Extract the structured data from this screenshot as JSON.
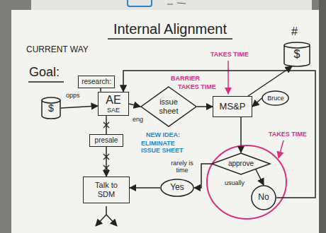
{
  "diagram": {
    "title": "Internal Alignment",
    "nodes": [
      {
        "text": [
          "$"
        ]
      },
      {
        "text": [
          "research:"
        ]
      },
      {
        "text": [
          "AE",
          "SAE"
        ]
      },
      {
        "text": [
          "issue sheet"
        ]
      },
      {
        "text": [
          "MS&P"
        ]
      },
      {
        "text": [
          "Bruce"
        ]
      },
      {
        "text": [
          "$"
        ]
      },
      {
        "text": [
          "presale"
        ]
      },
      {
        "text": [
          "approve"
        ]
      },
      {
        "text": [
          "Yes"
        ]
      },
      {
        "text": [
          "No"
        ]
      },
      {
        "text": [
          "Talk to SDM"
        ]
      }
    ],
    "edges": [
      {
        "from": 0,
        "to": 2,
        "arrow": "to",
        "label": "opps"
      },
      {
        "from": 1,
        "to": 2,
        "arrow": "none"
      },
      {
        "from": 2,
        "to": 3,
        "arrow": "to"
      },
      {
        "from": 3,
        "to": 4,
        "arrow": "to"
      },
      {
        "from": 4,
        "to": 6,
        "arrow": "to"
      },
      {
        "from": 5,
        "to": 4,
        "arrow": "to"
      },
      {
        "from": 4,
        "to": 8,
        "arrow": "to"
      },
      {
        "from": 8,
        "to": 10,
        "arrow": "to",
        "label": "usually"
      },
      {
        "from": 8,
        "to": 9,
        "arrow": "to",
        "label": "rarely is time"
      },
      {
        "from": 10,
        "to": 2,
        "arrow": "to"
      },
      {
        "from": 2,
        "to": 7,
        "arrow": "none"
      },
      {
        "from": 7,
        "to": 11,
        "arrow": "to"
      },
      {
        "from": 9,
        "to": 11,
        "arrow": "to"
      }
    ],
    "labels": [
      "CURRENT WAY",
      "Goal:",
      "#",
      "TAKES TIME",
      "BARRIER",
      "TAKES TIME",
      "eng",
      "NEW IDEA:",
      "ELIMINATE ISSUE SHEET",
      "TAKES TIME"
    ]
  }
}
